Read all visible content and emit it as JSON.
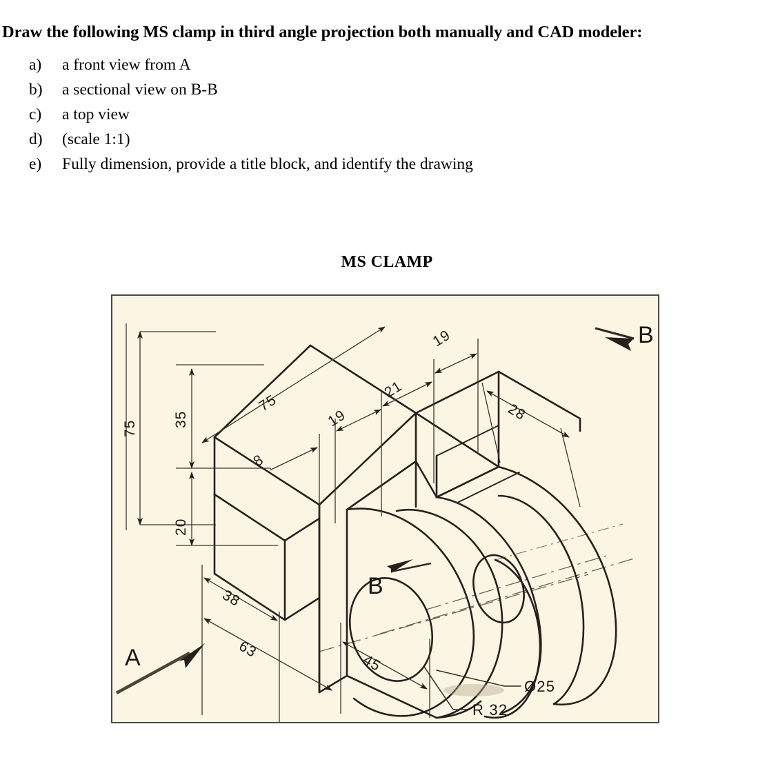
{
  "question": {
    "heading": "Draw the following MS clamp  in third angle projection both manually and CAD modeler:",
    "items": [
      {
        "marker": "a)",
        "text": "a front view from A"
      },
      {
        "marker": "b)",
        "text": "a sectional view on B-B"
      },
      {
        "marker": "c)",
        "text": "a top view"
      },
      {
        "marker": "d)",
        "text": "(scale 1:1)"
      },
      {
        "marker": "e)",
        "text": "Fully dimension, provide a title block, and identify the drawing"
      }
    ]
  },
  "drawing": {
    "title": "MS CLAMP",
    "background_color": "#fbf6e3",
    "line_color": "#25201c",
    "dimensions": {
      "height_overall": "75",
      "height_upper": "35",
      "height_slot": "20",
      "top_length": "75",
      "top_offset": "8",
      "top_rib_1": "19",
      "top_rib_2": "21",
      "top_rib_3": "19",
      "depth_28": "28",
      "base_38": "38",
      "base_63": "63",
      "base_45": "45",
      "hole_diameter": "Ø25",
      "fillet_radius": "R 32"
    },
    "labels": {
      "view_a": "A",
      "section_b_outer": "B",
      "section_b_inner": "B"
    }
  }
}
